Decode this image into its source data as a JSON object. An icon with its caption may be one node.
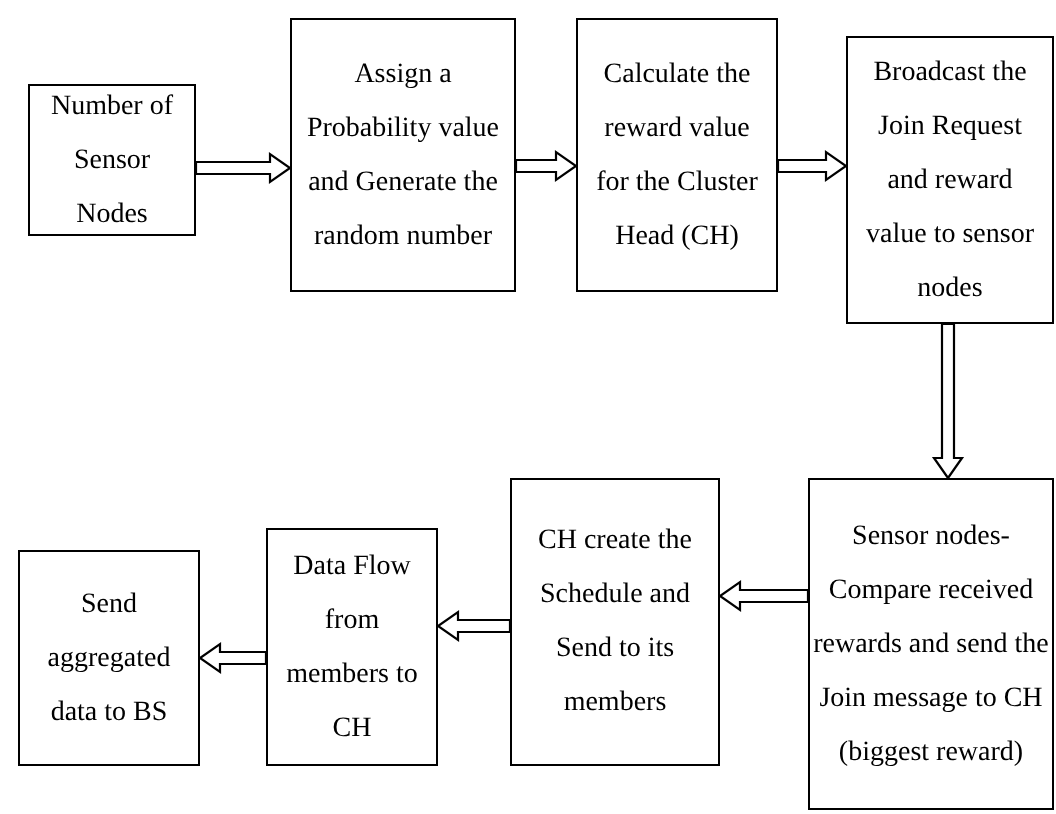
{
  "diagram": {
    "nodes": [
      {
        "text": [
          "Number of Sensor Nodes"
        ]
      },
      {
        "text": [
          "Assign a Probability value and Generate the random number"
        ]
      },
      {
        "text": [
          "Calculate the reward value for the Cluster Head (CH)"
        ]
      },
      {
        "text": [
          "Broadcast the Join Request and reward value to sensor nodes"
        ]
      },
      {
        "text": [
          "Sensor nodes- Compare received rewards and send the Join message to CH (biggest reward)"
        ]
      },
      {
        "text": [
          "CH create the Schedule and Send to its members"
        ]
      },
      {
        "text": [
          "Data Flow from members to CH"
        ]
      },
      {
        "text": [
          "Send aggregated data to BS"
        ]
      }
    ],
    "edges": [
      {
        "from": 0,
        "to": 1,
        "arrow": "to"
      },
      {
        "from": 1,
        "to": 2,
        "arrow": "to"
      },
      {
        "from": 2,
        "to": 3,
        "arrow": "to"
      },
      {
        "from": 3,
        "to": 4,
        "arrow": "to"
      },
      {
        "from": 4,
        "to": 5,
        "arrow": "to"
      },
      {
        "from": 5,
        "to": 6,
        "arrow": "to"
      },
      {
        "from": 6,
        "to": 7,
        "arrow": "to"
      }
    ]
  }
}
